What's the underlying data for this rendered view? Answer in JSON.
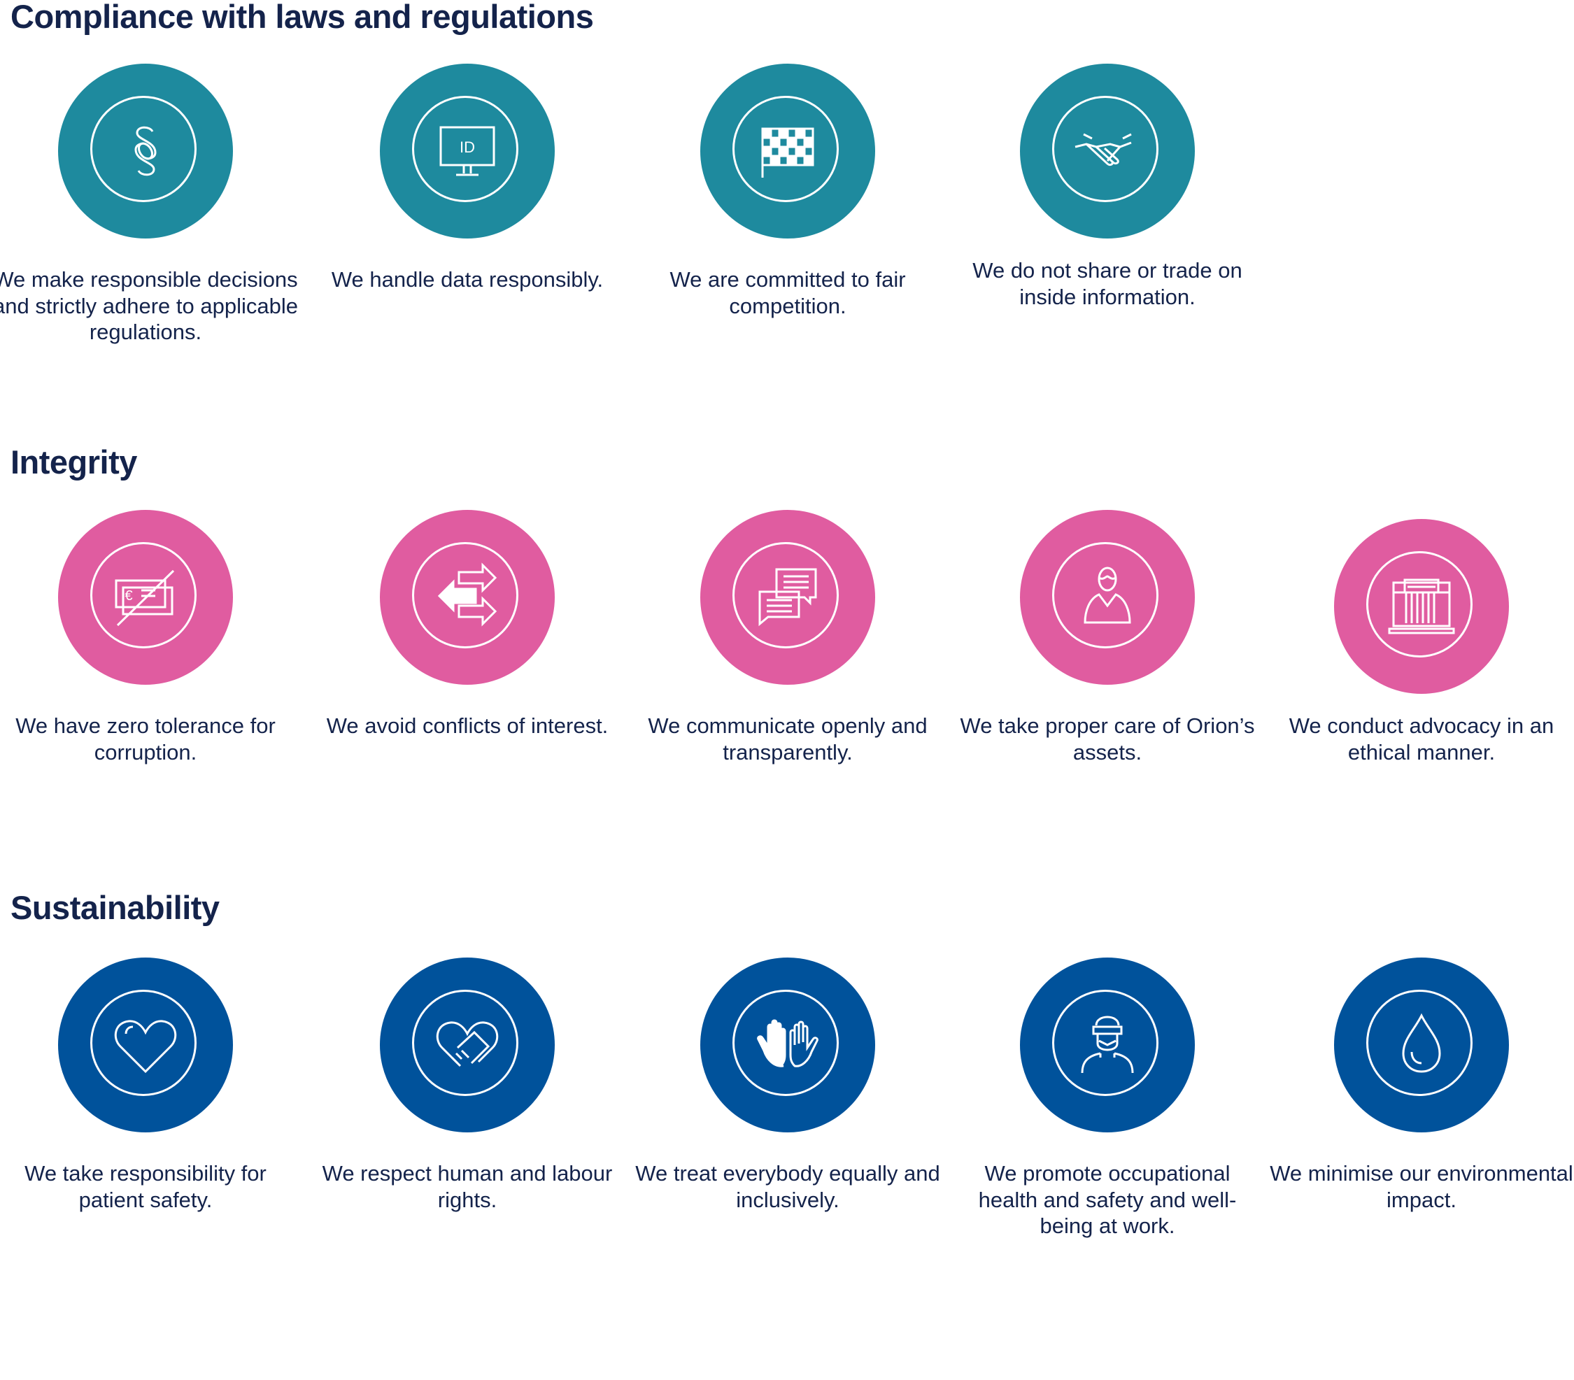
{
  "sections": [
    {
      "title": "Compliance with laws and regulations",
      "color": "#1e8a9e",
      "items": [
        {
          "icon": "section-sign-icon",
          "text": "We make responsible decisions and strictly adhere to applicable regulations."
        },
        {
          "icon": "monitor-id-icon",
          "icon_text": "ID",
          "text": "We handle data responsibly."
        },
        {
          "icon": "checkered-flag-icon",
          "text": "We are committed to fair competition."
        },
        {
          "icon": "handshake-icon",
          "text": "We do not share or trade on inside information."
        }
      ]
    },
    {
      "title": "Integrity",
      "color": "#e05ca0",
      "items": [
        {
          "icon": "crossed-out-cheque-icon",
          "icon_text": "€",
          "text": "We have zero tolerance for corruption."
        },
        {
          "icon": "opposing-arrows-icon",
          "text": "We avoid conflicts of interest."
        },
        {
          "icon": "speech-bubbles-icon",
          "text": "We communicate openly and transparently."
        },
        {
          "icon": "person-icon",
          "text": "We take proper care of Orion’s assets."
        },
        {
          "icon": "parliament-building-icon",
          "text": "We conduct advocacy in an ethical manner."
        }
      ]
    },
    {
      "title": "Sustainability",
      "color": "#00529b",
      "items": [
        {
          "icon": "heart-icon",
          "text": "We take responsibility for patient safety."
        },
        {
          "icon": "heart-handshake-icon",
          "text": "We respect human and labour rights."
        },
        {
          "icon": "raised-hands-icon",
          "text": "We treat everybody equally and inclusively."
        },
        {
          "icon": "masked-worker-icon",
          "text": "We promote occupational health and safety and well-being at work."
        },
        {
          "icon": "water-drop-icon",
          "text": "We minimise our environmental impact."
        }
      ]
    }
  ]
}
